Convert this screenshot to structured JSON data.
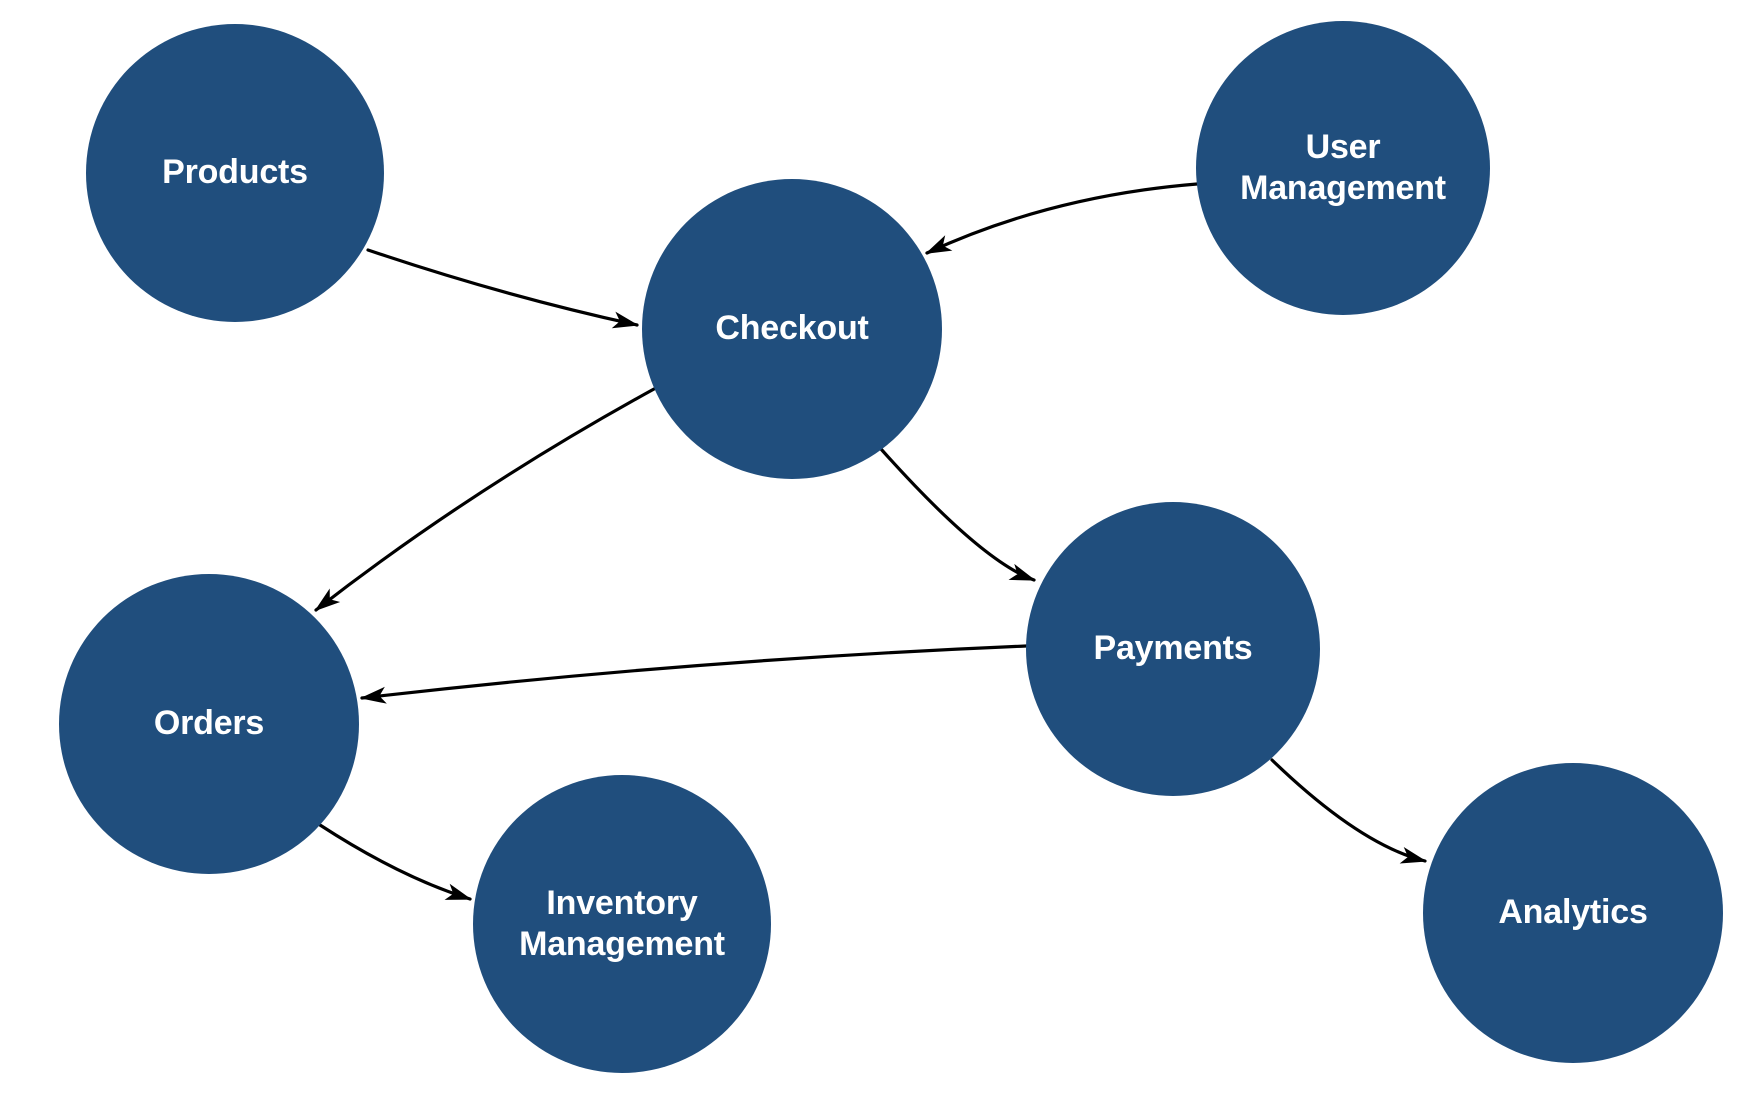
{
  "colors": {
    "background": "#ffffff",
    "node_fill": "#204e7d",
    "node_text": "#ffffff",
    "edge_stroke": "#000000"
  },
  "diagram": {
    "type": "directed-graph",
    "nodes": [
      {
        "id": "products",
        "label": "Products"
      },
      {
        "id": "user-management",
        "label": "User Management"
      },
      {
        "id": "checkout",
        "label": "Checkout"
      },
      {
        "id": "payments",
        "label": "Payments"
      },
      {
        "id": "orders",
        "label": "Orders"
      },
      {
        "id": "inventory-management",
        "label": "Inventory Management"
      },
      {
        "id": "analytics",
        "label": "Analytics"
      }
    ],
    "edges": [
      {
        "from": "Products",
        "to": "Checkout"
      },
      {
        "from": "User Management",
        "to": "Checkout"
      },
      {
        "from": "Checkout",
        "to": "Payments"
      },
      {
        "from": "Checkout",
        "to": "Orders"
      },
      {
        "from": "Payments",
        "to": "Orders"
      },
      {
        "from": "Orders",
        "to": "Inventory Management"
      },
      {
        "from": "Payments",
        "to": "Analytics"
      }
    ]
  }
}
